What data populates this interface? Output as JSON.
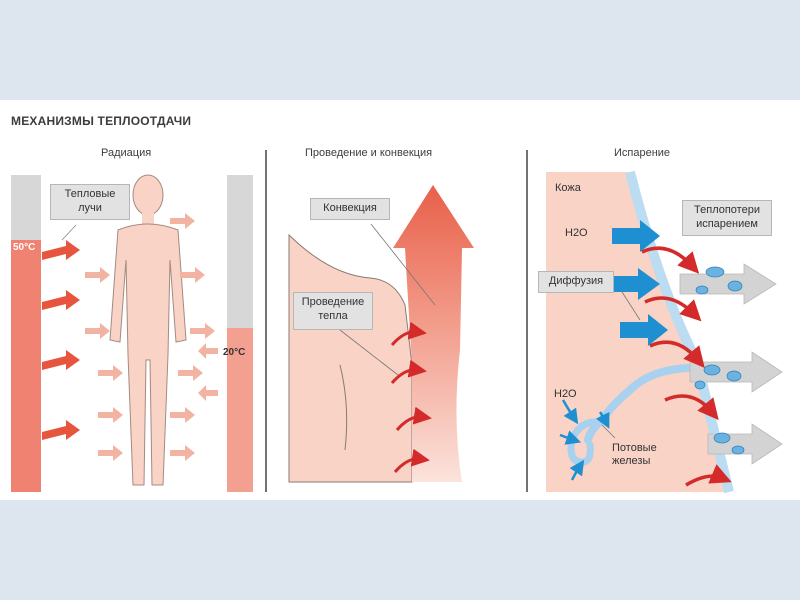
{
  "title": "МЕХАНИЗМЫ ТЕПЛООТДАЧИ",
  "panels": {
    "radiation": {
      "title": "Радиация",
      "rays_label_line1": "Тепловые",
      "rays_label_line2": "лучи",
      "temp_hot": "50°C",
      "temp_cold": "20°C"
    },
    "conduction": {
      "title": "Проведение и конвекция",
      "convection_label": "Конвекция",
      "conduction_label_line1": "Проведение",
      "conduction_label_line2": "тепла"
    },
    "evaporation": {
      "title": "Испарение",
      "skin_label": "Кожа",
      "h2o_top": "H2O",
      "h2o_bottom": "H2O",
      "evap_loss_line1": "Теплопотери",
      "evap_loss_line2": "испарением",
      "diffusion_label": "Диффузия",
      "sweat_line1": "Потовые",
      "sweat_line2": "железы"
    }
  },
  "colors": {
    "hot_column": "#f08272",
    "cold_column": "#f4a090",
    "column_top": "#d7d7d7",
    "body_fill": "#f8d3c6",
    "arrow_red": "#d42a2a",
    "arrow_blue": "#1e8fd0",
    "water_blue": "#a7d1ee",
    "gray_arrow": "#cfcfcf"
  }
}
